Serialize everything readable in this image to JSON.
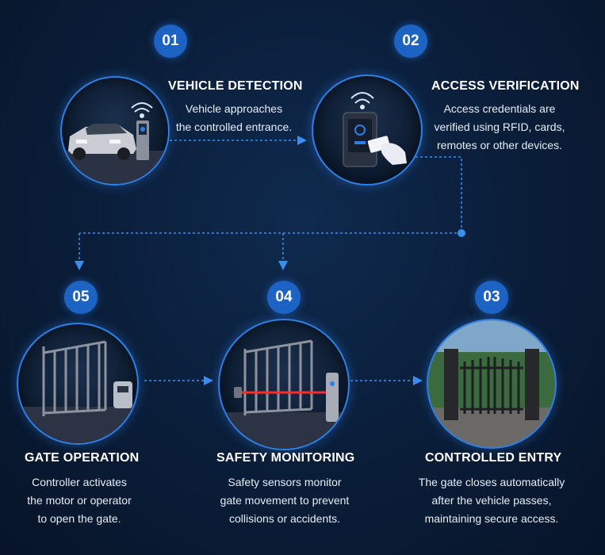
{
  "steps": {
    "s01": {
      "number": "01",
      "title": "VEHICLE DETECTION",
      "desc1": "Vehicle approaches",
      "desc2": "the controlled entrance."
    },
    "s02": {
      "number": "02",
      "title": "ACCESS VERIFICATION",
      "desc1": "Access credentials are",
      "desc2": "verified using RFID, cards,",
      "desc3": "remotes or other devices."
    },
    "s03": {
      "number": "03",
      "title": "CONTROLLED ENTRY",
      "desc1": "The gate closes automatically",
      "desc2": "after the vehicle passes,",
      "desc3": "maintaining secure access."
    },
    "s04": {
      "number": "04",
      "title": "SAFETY MONITORING",
      "desc1": "Safety sensors monitor",
      "desc2": "gate movement to prevent",
      "desc3": "collisions or accidents."
    },
    "s05": {
      "number": "05",
      "title": "GATE OPERATION",
      "desc1": "Controller activates",
      "desc2": "the motor or operator",
      "desc3": "to open the gate."
    }
  },
  "colors": {
    "accent": "#1d63c4",
    "ring": "#2f7fe6",
    "connector": "#3a8ef0",
    "laser": "#ff2a2a"
  },
  "icons": [
    "car-icon",
    "wifi-icon",
    "rfid-reader-icon",
    "hand-card-icon",
    "gate-icon",
    "sensor-beam-icon",
    "motor-icon"
  ]
}
